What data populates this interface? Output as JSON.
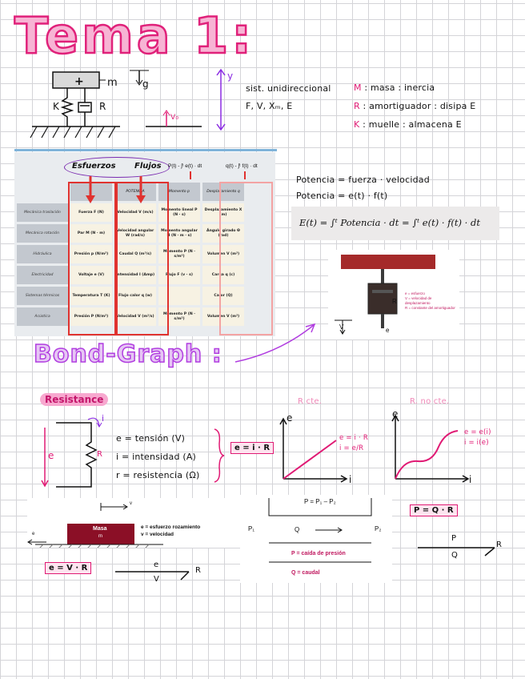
{
  "title": "Tema 1:",
  "mechanical_model": {
    "mass_label": "+",
    "m_label": "m",
    "k_label": "K",
    "r_label": "R",
    "g_label": "g",
    "v0_label": "V₀",
    "y_label": "y"
  },
  "system_notes": {
    "line1": "sist. unidireccional",
    "line2": "F, V, Xₘ, E",
    "legend": [
      {
        "key": "M",
        "text": ": masa : inercia"
      },
      {
        "key": "R",
        "text": ": amortiguador : disipa  E"
      },
      {
        "key": "K",
        "text": ": muelle : almacena  E"
      }
    ]
  },
  "table": {
    "header_labels": [
      "Esfuerzos",
      "Flujos"
    ],
    "formula_1": "P(t) - ∫ᵗ e(t) · dt",
    "formula_2": "q(t) - ∫ᵗ f(t) · dt",
    "col_headers": [
      "",
      "",
      "POTENCIA",
      "Momento p",
      "Desplazamiento q"
    ],
    "rows": [
      {
        "name": "Mecánica traslación",
        "cells": [
          "Fuerza F (N)",
          "Velocidad V (m/s)",
          "Momento lineal P (N · s)",
          "Desplazamiento X (m)"
        ]
      },
      {
        "name": "Mecánica rotación",
        "cells": [
          "Par M (N · m)",
          "Velocidad angular W (rad/s)",
          "Momento angular H (N · m · s)",
          "Ángulo girado Θ (rad)"
        ]
      },
      {
        "name": "Hidráulica",
        "cells": [
          "Presión p (N/m²)",
          "Caudal Q (m³/s)",
          "Momento P (N · s/m²)",
          "Volumen V (m³)"
        ]
      },
      {
        "name": "Electricidad",
        "cells": [
          "Voltaje e (V)",
          "Intensidad I (Amp)",
          "Flujo F (v · s)",
          "Carga q (c)"
        ]
      },
      {
        "name": "Sistemas térmicos",
        "cells": [
          "Temperatura T (K)",
          "Flujo calor q (w)",
          "",
          "Calor (Q)"
        ]
      },
      {
        "name": "Acústica",
        "cells": [
          "Presión P (N/m²)",
          "Velocidad V (m³/s)",
          "Momento P (N · s/m²)",
          "Volumen V (m³)"
        ]
      }
    ]
  },
  "power": {
    "line1": "Potencia = fuerza · velocidad",
    "line2": "Potencia = e(t) · f(t)",
    "formula": "E(t) = ∫ᵗ Potencia · dt = ∫ᵗ e(t) · f(t) · dt"
  },
  "damper": {
    "r_label": "R",
    "v_label": "V",
    "e_label": "e",
    "legend": [
      "e = esfuerzo",
      "V = velocidad de desplazamiento",
      "R = constante del amortiguador"
    ]
  },
  "bond_graph_title": "Bond-Graph :",
  "resistance": {
    "title": "Resistance",
    "e_label": "e",
    "i_label": "i",
    "r_label": "R",
    "defs": [
      "e = tensión  (V)",
      "i = intensidad  (A)",
      "r = resistencia  (Ω)"
    ],
    "formula": "e = i · R",
    "graph1_title": "R cte.",
    "graph1_labels": [
      "e = i · R",
      "i = e/R"
    ],
    "graph2_title": "R. no cte.",
    "graph2_labels": [
      "e = e(i)",
      "i = i(e)"
    ],
    "axis_e": "e",
    "axis_i": "i"
  },
  "friction": {
    "v_label": "v",
    "mass_label": "Masa",
    "m_label": "m",
    "e_label": "e",
    "legend": [
      "e = esfuerzo rozamiento",
      "v = velocidad"
    ],
    "formula": "e = V · R",
    "bond_e": "e",
    "bond_v": "V",
    "bond_r": "R"
  },
  "hydraulic": {
    "formula_top": "P = P₁ – P₂",
    "p1": "P₁",
    "p2": "P₂",
    "q": "Q",
    "legend": [
      "P = caída de presión",
      "Q = caudal"
    ],
    "formula": "P = Q · R",
    "bond_p": "P",
    "bond_q": "Q",
    "bond_r": "R"
  }
}
